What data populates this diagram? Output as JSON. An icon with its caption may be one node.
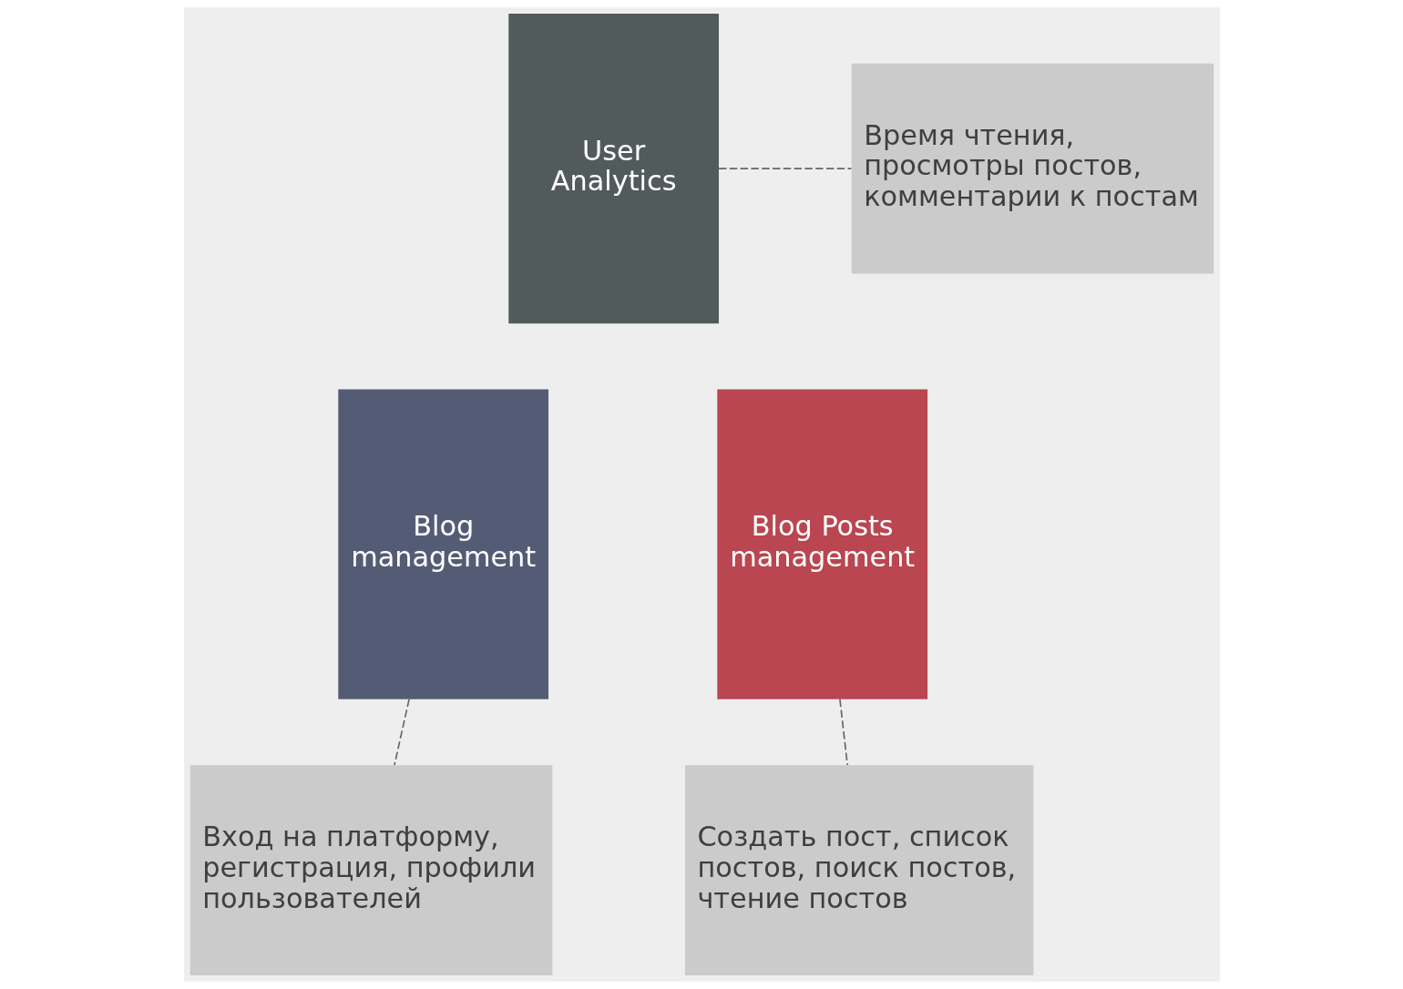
{
  "diagram": {
    "nodes": [
      {
        "text": [
          "User Analytics"
        ]
      },
      {
        "text": [
          "Время чтения, просмотры постов, комментарии к постам"
        ]
      },
      {
        "text": [
          "Blog management"
        ]
      },
      {
        "text": [
          "Blog Posts management"
        ]
      },
      {
        "text": [
          "Вход на платформу, регистрация, профили пользователей"
        ]
      },
      {
        "text": [
          "Создать пост, список постов, поиск постов, чтение постов"
        ]
      }
    ],
    "edges": [
      {
        "from": 0,
        "to": 1,
        "arrow": "none",
        "style": "dashed"
      },
      {
        "from": 2,
        "to": 4,
        "arrow": "none",
        "style": "dashed"
      },
      {
        "from": 3,
        "to": 5,
        "arrow": "none",
        "style": "dashed"
      }
    ]
  }
}
